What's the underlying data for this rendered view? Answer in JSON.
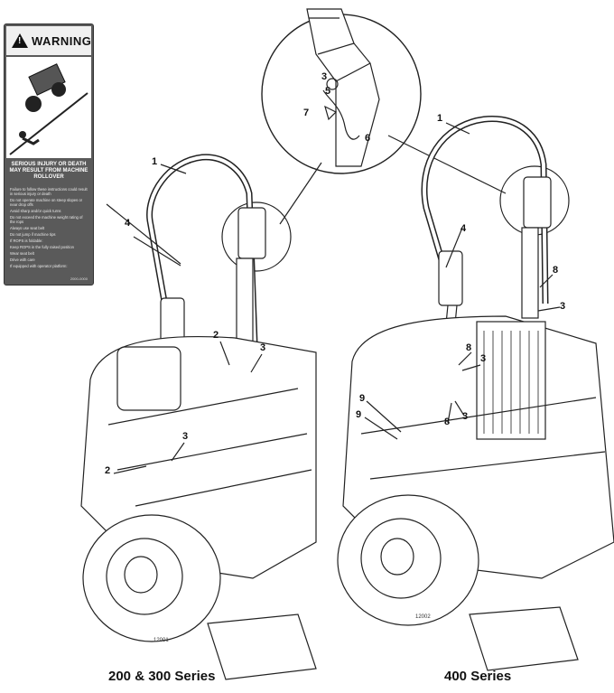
{
  "warning": {
    "title": "WARNING",
    "hazard": "SERIOUS INJURY OR DEATH MAY RESULT FROM MACHINE ROLLOVER",
    "items": [
      "Failure to follow these instructions could result in serious injury or death",
      "Do not operate machine on steep slopes or near drop offs",
      "Avoid sharp and/or quick turns",
      "Do not exceed the machine weight rating of the rops",
      "Always use seat belt",
      "Do not jump if machine tips",
      "If ROPS is foldable:",
      "Keep ROPS in the fully raised position",
      "Wear seat belt",
      "Drive with care",
      "If equipped with operator platform:"
    ],
    "code": "2000-0000"
  },
  "left_figure": {
    "callouts": [
      "1",
      "4",
      "2",
      "3",
      "3",
      "2"
    ],
    "figure_id": "12001",
    "caption": "200 & 300 Series"
  },
  "right_figure": {
    "callouts": [
      "1",
      "4",
      "8",
      "3",
      "8",
      "3",
      "9",
      "9",
      "8",
      "3"
    ],
    "figure_id": "12002",
    "caption": "400 Series"
  },
  "detail_view": {
    "callouts": [
      "3",
      "5",
      "7",
      "6"
    ]
  }
}
